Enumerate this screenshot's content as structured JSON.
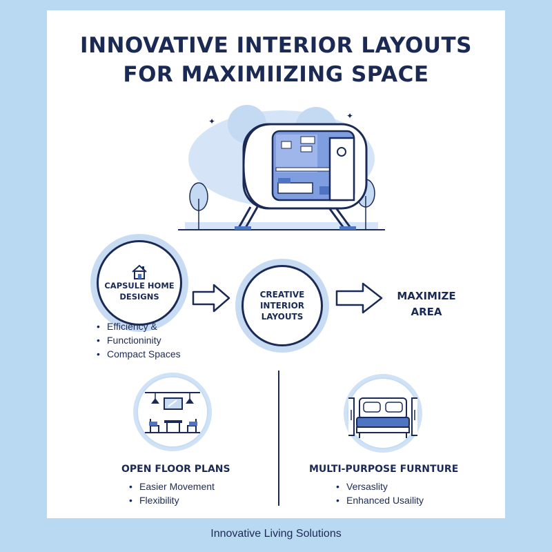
{
  "title": {
    "line1": "INNOVATIVE INTERIOR LAYOUTS",
    "line2": "FOR MAXIMIIZING SPACE"
  },
  "flow": {
    "capsule": {
      "line1": "CAPSULE HOME",
      "line2": "DESIGNS",
      "icon": "house-icon"
    },
    "creative": {
      "line1": "CREATIVE",
      "line2": "INTERIOR",
      "line3": "LAYOUTS"
    },
    "maximize": {
      "line1": "MAXIMIZE",
      "line2": "AREA"
    }
  },
  "capsule_bullets": [
    "Efficiency &",
    "Functioninity",
    "Compact Spaces"
  ],
  "open_floor": {
    "heading": "OPEN FLOOR PLANS",
    "bullets": [
      "Easier Movement",
      "Flexibility"
    ],
    "icon": "dining-room-icon"
  },
  "multi_purpose": {
    "heading": "MULTI-PURPOSE FURNTURE",
    "bullets": [
      "Versaslity",
      "Enhanced Usaility"
    ],
    "icon": "bed-wardrobe-icon"
  },
  "footer": "Innovative Living Solutions",
  "colors": {
    "background": "#b9d8f2",
    "navy": "#1b2a55",
    "accent": "#4f74c4",
    "light_blue": "#c7dcf3"
  }
}
